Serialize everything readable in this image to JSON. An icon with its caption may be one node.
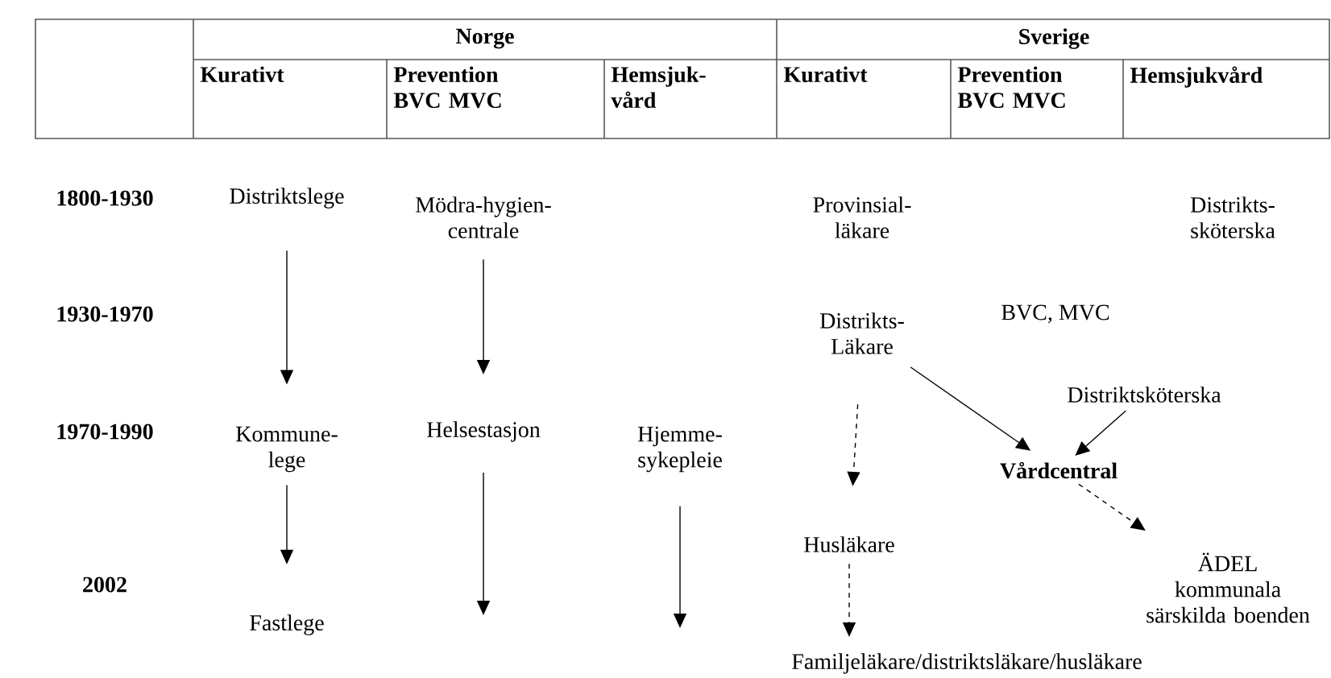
{
  "diagram": {
    "nodes": [
      {
        "text": [
          "Distriktslege"
        ]
      },
      {
        "text": [
          "Mödra-hygien-centrale"
        ]
      },
      {
        "text": [
          "Provinsial-läkare"
        ]
      },
      {
        "text": [
          "Distrikts-sköterska"
        ]
      },
      {
        "text": [
          "Distrikts-Läkare"
        ]
      },
      {
        "text": [
          "BVC, MVC"
        ]
      },
      {
        "text": [
          "Distriktsköterska"
        ]
      },
      {
        "text": [
          "Kommune-lege"
        ]
      },
      {
        "text": [
          "Helsestasjon"
        ]
      },
      {
        "text": [
          "Hjemme-sykepleie"
        ]
      },
      {
        "text": [
          "Vårdcentral"
        ]
      },
      {
        "text": [
          "Husläkare"
        ]
      },
      {
        "text": [
          "ÄDEL",
          "kommunala särskilda boenden"
        ]
      },
      {
        "text": [
          "Fastlege"
        ]
      },
      {
        "text": [
          "Familjeläkare/distriktsläkare/husläkare"
        ]
      }
    ],
    "edges": [
      {
        "from": 0,
        "to": 7,
        "arrow": "to"
      },
      {
        "from": 1,
        "to": 8,
        "arrow": "to"
      },
      {
        "from": 7,
        "to": 13,
        "arrow": "to"
      },
      {
        "from": 8,
        "to": null,
        "arrow": "to"
      },
      {
        "from": 9,
        "to": null,
        "arrow": "to"
      },
      {
        "from": 4,
        "to": 11,
        "arrow": "to",
        "style": "dashed"
      },
      {
        "from": 11,
        "to": 14,
        "arrow": "to",
        "style": "dashed"
      },
      {
        "from": 4,
        "to": 10,
        "arrow": "to"
      },
      {
        "from": 6,
        "to": 10,
        "arrow": "to"
      },
      {
        "from": 10,
        "to": 12,
        "arrow": "to",
        "style": "dashed"
      }
    ],
    "labels": [
      "Norge",
      "Sverige",
      "Kurativt",
      "Prevention BVC MVC",
      "Hemsjuk-vård",
      "Kurativt",
      "Prevention BVC MVC",
      "Hemsjukvård",
      "1800-1930",
      "1930-1970",
      "1970-1990",
      "2002"
    ]
  }
}
